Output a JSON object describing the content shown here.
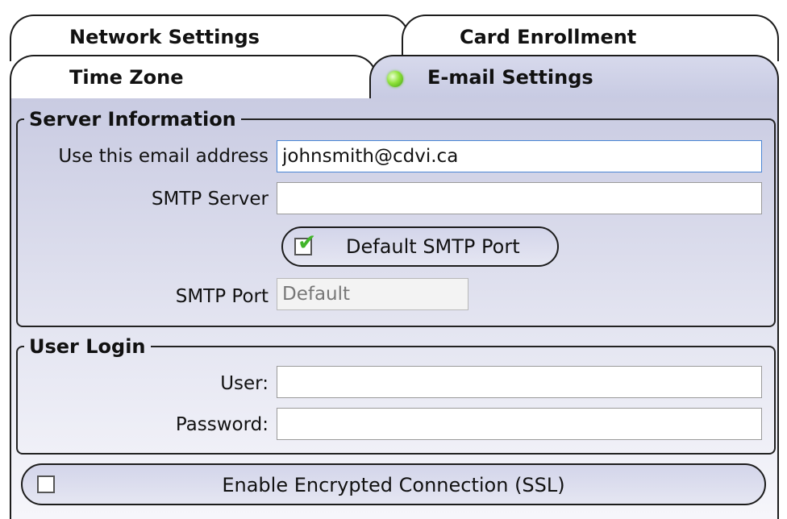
{
  "tabs": {
    "network": "Network Settings",
    "card": "Card Enrollment",
    "time_zone": "Time Zone",
    "email": "E-mail Settings"
  },
  "server": {
    "title": "Server Information",
    "email_label": "Use this email address",
    "email_value": "johnsmith@cdvi.ca",
    "smtp_server_label": "SMTP Server",
    "smtp_server_value": "",
    "default_port_label": "Default SMTP Port",
    "default_port_checked": true,
    "smtp_port_label": "SMTP Port",
    "smtp_port_value": "Default"
  },
  "login": {
    "title": "User Login",
    "user_label": "User:",
    "user_value": "",
    "password_label": "Password:",
    "password_value": ""
  },
  "ssl": {
    "label": "Enable Encrypted Connection (SSL)",
    "checked": false
  },
  "colors": {
    "active_led": "#6cc92a",
    "panel": "#c9cbe2",
    "focus_border": "#4a86d4"
  }
}
